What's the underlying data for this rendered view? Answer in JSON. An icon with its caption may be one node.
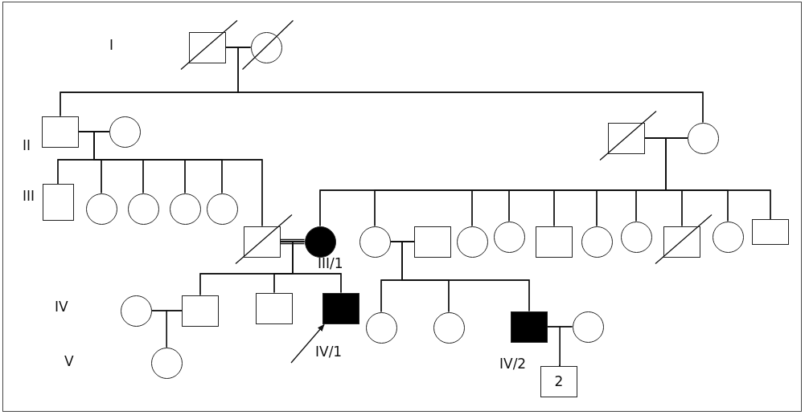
{
  "diagram": {
    "nodes": [
      {
        "text": [],
        "shape": "box"
      },
      {
        "text": [],
        "shape": "circle"
      },
      {
        "text": [],
        "shape": "box"
      },
      {
        "text": [],
        "shape": "circle"
      },
      {
        "text": [],
        "shape": "box"
      },
      {
        "text": [],
        "shape": "circle"
      },
      {
        "text": [],
        "shape": "box"
      },
      {
        "text": [],
        "shape": "circle"
      },
      {
        "text": [],
        "shape": "circle"
      },
      {
        "text": [],
        "shape": "circle"
      },
      {
        "text": [],
        "shape": "circle"
      },
      {
        "text": [],
        "shape": "box"
      },
      {
        "text": [],
        "beside": [
          "III/1"
        ],
        "shape": "circle"
      },
      {
        "text": [],
        "shape": "circle"
      },
      {
        "text": [],
        "shape": "box"
      },
      {
        "text": [],
        "shape": "circle"
      },
      {
        "text": [],
        "shape": "circle"
      },
      {
        "text": [],
        "shape": "box"
      },
      {
        "text": [],
        "shape": "circle"
      },
      {
        "text": [],
        "shape": "circle"
      },
      {
        "text": [],
        "shape": "box"
      },
      {
        "text": [],
        "shape": "circle"
      },
      {
        "text": [],
        "shape": "box"
      },
      {
        "text": [],
        "shape": "circle"
      },
      {
        "text": [],
        "shape": "box"
      },
      {
        "text": [],
        "shape": "box"
      },
      {
        "text": [],
        "beside": [
          "IV/1"
        ],
        "shape": "box"
      },
      {
        "text": [],
        "shape": "circle"
      },
      {
        "text": [],
        "shape": "circle"
      },
      {
        "text": [],
        "beside": [
          "IV/2"
        ],
        "shape": "box"
      },
      {
        "text": [],
        "shape": "circle"
      },
      {
        "text": [],
        "shape": "circle"
      },
      {
        "text": [
          "2"
        ]
      }
    ],
    "edges": [
      {
        "from": 0,
        "to": 1,
        "arrow": "none"
      },
      {
        "from": 2,
        "to": 3,
        "arrow": "none"
      },
      {
        "from": 4,
        "to": 5,
        "arrow": "none"
      },
      {
        "from": 11,
        "to": 12,
        "arrow": "none"
      },
      {
        "from": 13,
        "to": 14,
        "arrow": "none"
      },
      {
        "from": 24,
        "to": 23,
        "arrow": "none"
      },
      {
        "from": 29,
        "to": 30,
        "arrow": "none"
      },
      {
        "from": 0,
        "to": 2,
        "arrow": "none"
      },
      {
        "from": 1,
        "to": 2,
        "arrow": "none"
      },
      {
        "from": 0,
        "to": 5,
        "arrow": "none"
      },
      {
        "from": 1,
        "to": 5,
        "arrow": "none"
      },
      {
        "from": 2,
        "to": 6,
        "arrow": "none"
      },
      {
        "from": 3,
        "to": 6,
        "arrow": "none"
      },
      {
        "from": 2,
        "to": 7,
        "arrow": "none"
      },
      {
        "from": 3,
        "to": 7,
        "arrow": "none"
      },
      {
        "from": 2,
        "to": 8,
        "arrow": "none"
      },
      {
        "from": 3,
        "to": 8,
        "arrow": "none"
      },
      {
        "from": 2,
        "to": 9,
        "arrow": "none"
      },
      {
        "from": 3,
        "to": 9,
        "arrow": "none"
      },
      {
        "from": 2,
        "to": 10,
        "arrow": "none"
      },
      {
        "from": 3,
        "to": 10,
        "arrow": "none"
      },
      {
        "from": 2,
        "to": 11,
        "arrow": "none"
      },
      {
        "from": 3,
        "to": 11,
        "arrow": "none"
      },
      {
        "from": 4,
        "to": 12,
        "arrow": "none"
      },
      {
        "from": 5,
        "to": 12,
        "arrow": "none"
      },
      {
        "from": 4,
        "to": 13,
        "arrow": "none"
      },
      {
        "from": 5,
        "to": 13,
        "arrow": "none"
      },
      {
        "from": 4,
        "to": 15,
        "arrow": "none"
      },
      {
        "from": 5,
        "to": 15,
        "arrow": "none"
      },
      {
        "from": 4,
        "to": 16,
        "arrow": "none"
      },
      {
        "from": 5,
        "to": 16,
        "arrow": "none"
      },
      {
        "from": 4,
        "to": 17,
        "arrow": "none"
      },
      {
        "from": 5,
        "to": 17,
        "arrow": "none"
      },
      {
        "from": 4,
        "to": 18,
        "arrow": "none"
      },
      {
        "from": 5,
        "to": 18,
        "arrow": "none"
      },
      {
        "from": 4,
        "to": 19,
        "arrow": "none"
      },
      {
        "from": 5,
        "to": 19,
        "arrow": "none"
      },
      {
        "from": 4,
        "to": 20,
        "arrow": "none"
      },
      {
        "from": 5,
        "to": 20,
        "arrow": "none"
      },
      {
        "from": 4,
        "to": 21,
        "arrow": "none"
      },
      {
        "from": 5,
        "to": 21,
        "arrow": "none"
      },
      {
        "from": 4,
        "to": 22,
        "arrow": "none"
      },
      {
        "from": 5,
        "to": 22,
        "arrow": "none"
      },
      {
        "from": 11,
        "to": 24,
        "arrow": "none"
      },
      {
        "from": 12,
        "to": 24,
        "arrow": "none"
      },
      {
        "from": 11,
        "to": 25,
        "arrow": "none"
      },
      {
        "from": 12,
        "to": 25,
        "arrow": "none"
      },
      {
        "from": 11,
        "to": 26,
        "arrow": "none"
      },
      {
        "from": 12,
        "to": 26,
        "arrow": "none"
      },
      {
        "from": 13,
        "to": 27,
        "arrow": "none"
      },
      {
        "from": 14,
        "to": 27,
        "arrow": "none"
      },
      {
        "from": 13,
        "to": 28,
        "arrow": "none"
      },
      {
        "from": 14,
        "to": 28,
        "arrow": "none"
      },
      {
        "from": 13,
        "to": 29,
        "arrow": "none"
      },
      {
        "from": 14,
        "to": 29,
        "arrow": "none"
      },
      {
        "from": 24,
        "to": 31,
        "arrow": "none"
      },
      {
        "from": 23,
        "to": 31,
        "arrow": "none"
      },
      {
        "from": 29,
        "to": 32,
        "arrow": "none"
      },
      {
        "from": 30,
        "to": 32,
        "arrow": "none"
      },
      {
        "from": null,
        "to": 26,
        "arrow": "to"
      }
    ],
    "labels": [
      "I",
      "II",
      "III",
      "IV",
      "V"
    ]
  }
}
